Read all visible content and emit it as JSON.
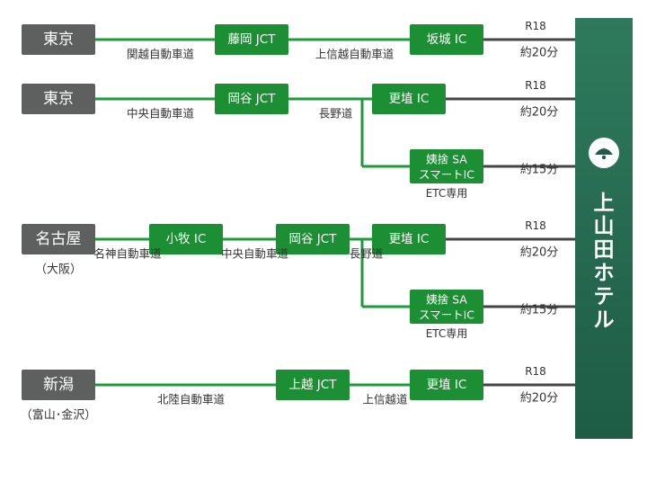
{
  "colors": {
    "green": "#1f9a3a",
    "box": "#1c8e33",
    "origin": "#5e605f",
    "gray": "#444444",
    "hotel_top": "#2f7a5d",
    "hotel_bottom": "#1e5c45",
    "text": "#333333"
  },
  "hotel": {
    "name": "上山田ホテル",
    "icon": "fan-crest-icon"
  },
  "routes": [
    {
      "origin": "東京",
      "origin_sub": "",
      "nodes": [
        "藤岡 JCT",
        "坂城 IC"
      ],
      "roads": [
        "関越自動車道",
        "上信越自動車道"
      ],
      "final": {
        "road": "R18",
        "time": "約20分"
      }
    },
    {
      "origin": "東京",
      "origin_sub": "",
      "nodes": [
        "岡谷 JCT",
        "更埴 IC"
      ],
      "roads": [
        "中央自動車道",
        "長野道"
      ],
      "final": {
        "road": "R18",
        "time": "約20分"
      },
      "branch": {
        "label_top": "姨捨 SA",
        "label_bottom": "スマートIC",
        "note": "ETC専用",
        "time": "約15分"
      }
    },
    {
      "origin": "名古屋",
      "origin_sub": "（大阪）",
      "nodes": [
        "小牧 IC",
        "岡谷 JCT",
        "更埴 IC"
      ],
      "roads": [
        "名神自動車道",
        "中央自動車道",
        "長野道"
      ],
      "final": {
        "road": "R18",
        "time": "約20分"
      },
      "branch": {
        "label_top": "姨捨 SA",
        "label_bottom": "スマートIC",
        "note": "ETC専用",
        "time": "約15分"
      }
    },
    {
      "origin": "新潟",
      "origin_sub": "（富山･金沢）",
      "nodes": [
        "上越 JCT",
        "更埴 IC"
      ],
      "roads": [
        "北陸自動車道",
        "上信越道"
      ],
      "final": {
        "road": "R18",
        "time": "約20分"
      }
    }
  ]
}
